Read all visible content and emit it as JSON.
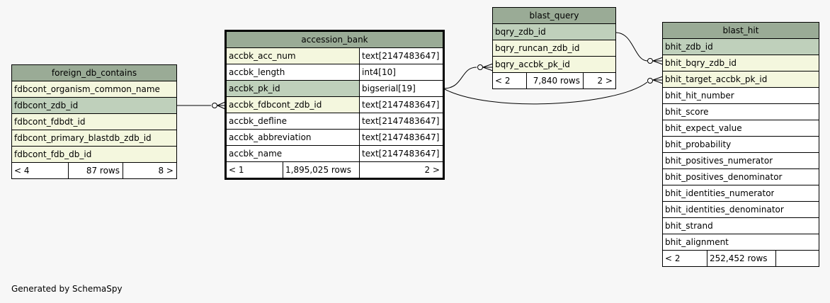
{
  "tables": {
    "foreign_db_contains": {
      "name": "foreign_db_contains",
      "columns": [
        {
          "name": "fdbcont_organism_common_name"
        },
        {
          "name": "fdbcont_zdb_id"
        },
        {
          "name": "fdbcont_fdbdt_id"
        },
        {
          "name": "fdbcont_primary_blastdb_zdb_id"
        },
        {
          "name": "fdbcont_fdb_db_id"
        }
      ],
      "footer": {
        "parents": "< 4",
        "rows": "87 rows",
        "children": "8 >"
      }
    },
    "accession_bank": {
      "name": "accession_bank",
      "columns": [
        {
          "name": "accbk_acc_num",
          "type": "text[2147483647]"
        },
        {
          "name": "accbk_length",
          "type": "int4[10]"
        },
        {
          "name": "accbk_pk_id",
          "type": "bigserial[19]"
        },
        {
          "name": "accbk_fdbcont_zdb_id",
          "type": "text[2147483647]"
        },
        {
          "name": "accbk_defline",
          "type": "text[2147483647]"
        },
        {
          "name": "accbk_abbreviation",
          "type": "text[2147483647]"
        },
        {
          "name": "accbk_name",
          "type": "text[2147483647]"
        }
      ],
      "footer": {
        "parents": "< 1",
        "rows": "1,895,025 rows",
        "children": "2 >"
      }
    },
    "blast_query": {
      "name": "blast_query",
      "columns": [
        {
          "name": "bqry_zdb_id"
        },
        {
          "name": "bqry_runcan_zdb_id"
        },
        {
          "name": "bqry_accbk_pk_id"
        }
      ],
      "footer": {
        "parents": "< 2",
        "rows": "7,840 rows",
        "children": "2 >"
      }
    },
    "blast_hit": {
      "name": "blast_hit",
      "columns": [
        {
          "name": "bhit_zdb_id"
        },
        {
          "name": "bhit_bqry_zdb_id"
        },
        {
          "name": "bhit_target_accbk_pk_id"
        },
        {
          "name": "bhit_hit_number"
        },
        {
          "name": "bhit_score"
        },
        {
          "name": "bhit_expect_value"
        },
        {
          "name": "bhit_probability"
        },
        {
          "name": "bhit_positives_numerator"
        },
        {
          "name": "bhit_positives_denominator"
        },
        {
          "name": "bhit_identities_numerator"
        },
        {
          "name": "bhit_identities_denominator"
        },
        {
          "name": "bhit_strand"
        },
        {
          "name": "bhit_alignment"
        }
      ],
      "footer": {
        "parents": "< 2",
        "rows": "252,452 rows",
        "children": ""
      }
    }
  },
  "footer_text": "Generated by SchemaSpy",
  "colors": {
    "header": "#9aab96",
    "primary_key": "#bfd0bb",
    "foreign_key": "#f4f7de",
    "background": "#f7f7f7"
  }
}
